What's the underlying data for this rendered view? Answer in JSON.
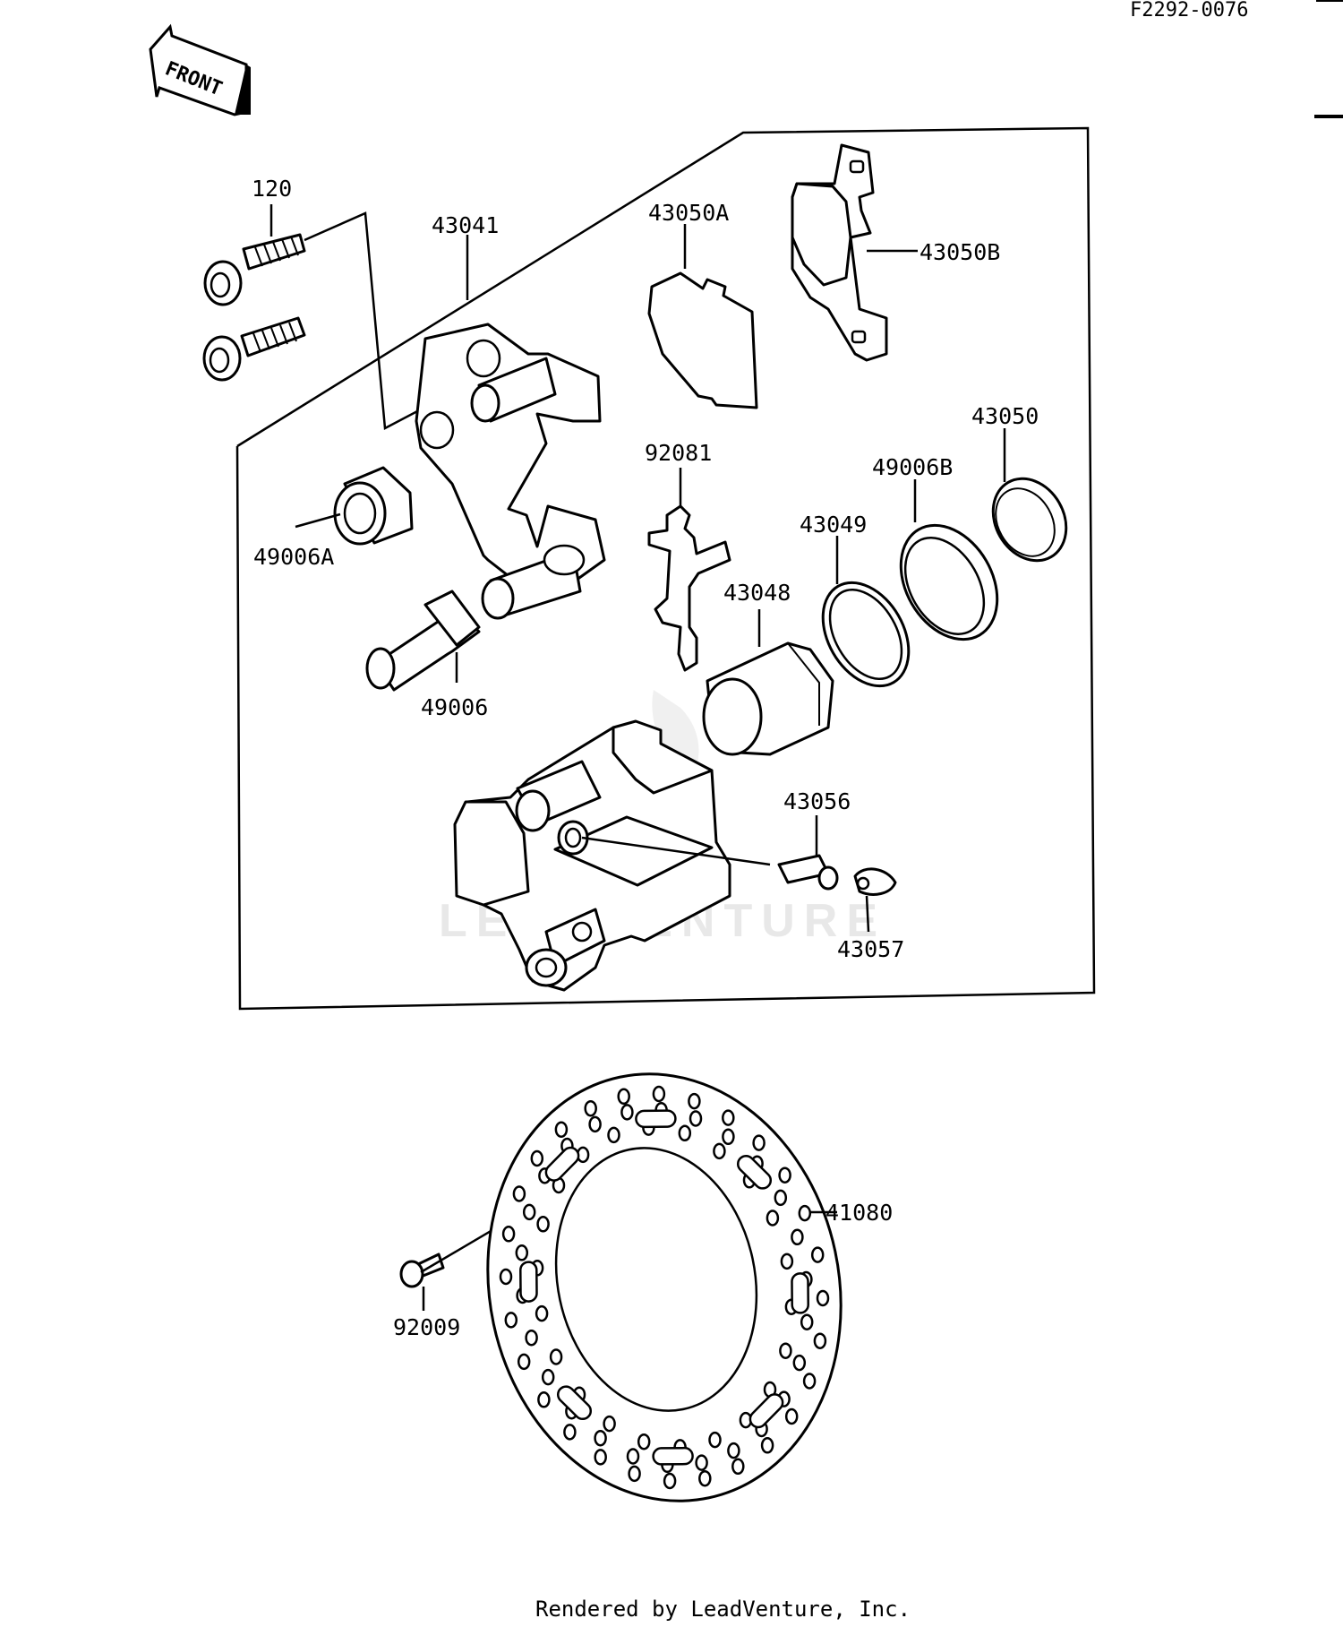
{
  "diagram_code": "F2292-0076",
  "front_arrow_label": "FRONT",
  "watermark": "LEADVENTURE",
  "footer": "Rendered by LeadVenture, Inc.",
  "parts": [
    {
      "id": "p120",
      "label": "120"
    },
    {
      "id": "p43041",
      "label": "43041"
    },
    {
      "id": "p43050A",
      "label": "43050A"
    },
    {
      "id": "p43050B",
      "label": "43050B"
    },
    {
      "id": "p92081",
      "label": "92081"
    },
    {
      "id": "p43050",
      "label": "43050"
    },
    {
      "id": "p49006B",
      "label": "49006B"
    },
    {
      "id": "p43049",
      "label": "43049"
    },
    {
      "id": "p43048",
      "label": "43048"
    },
    {
      "id": "p49006A",
      "label": "49006A"
    },
    {
      "id": "p49006",
      "label": "49006"
    },
    {
      "id": "p43056",
      "label": "43056"
    },
    {
      "id": "p43057",
      "label": "43057"
    },
    {
      "id": "p41080",
      "label": "41080"
    },
    {
      "id": "p92009",
      "label": "92009"
    }
  ]
}
